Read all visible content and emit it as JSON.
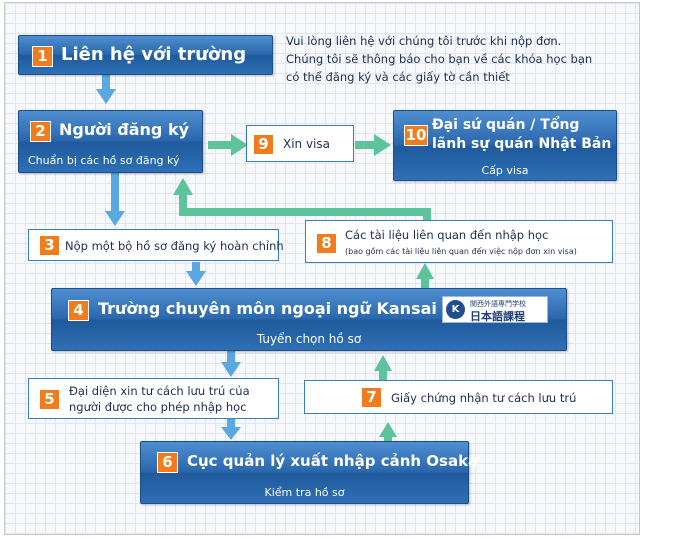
{
  "intro_note": {
    "line1": "Vui lòng liên hệ với chúng tôi trước khi nộp đơn.",
    "line2": "Chúng tôi sẽ thông báo cho bạn về các khóa học bạn",
    "line3": "có thể đăng ký và các giấy tờ cần thiết"
  },
  "steps": {
    "s1": {
      "num": "1",
      "title": "Liên hệ với trường"
    },
    "s2": {
      "num": "2",
      "title": "Người đăng ký",
      "sub": "Chuẩn bị các hồ sơ đăng ký"
    },
    "s3": {
      "num": "3",
      "text": "Nộp một bộ hồ sơ đăng ký hoàn chỉnh"
    },
    "s4": {
      "num": "4",
      "title": "Trường chuyên môn ngoại ngữ Kansai",
      "sub": "Tuyển chọn hồ sơ"
    },
    "s5": {
      "num": "5",
      "line1": "Đại diện xin tư cách lưu trú của",
      "line2": "người được cho phép nhập học"
    },
    "s6": {
      "num": "6",
      "title": "Cục quản lý xuất nhập cảnh Osaka",
      "sub": "Kiểm tra hồ sơ"
    },
    "s7": {
      "num": "7",
      "text": "Giấy chứng nhận tư cách lưu trú"
    },
    "s8": {
      "num": "8",
      "line1": "Các tài liệu liên quan đến nhập học",
      "line2": "(bao gồm các tài liệu liên quan đến việc nộp đơn xin visa)"
    },
    "s9": {
      "num": "9",
      "text": "Xin visa"
    },
    "s10": {
      "num": "10",
      "line1": "Đại sứ quán / Tổng",
      "line2": "lãnh sự quán Nhật Bản",
      "sub": "Cấp visa"
    }
  },
  "badge": {
    "logo_text": "K",
    "line1": "関西外語専門学校",
    "line2": "日本語課程"
  },
  "colors": {
    "blue_arrow": "#5aa8e0",
    "green_arrow": "#5cc49b",
    "number_orange": "#f07c1d",
    "box_blue": "#2b67ad"
  }
}
